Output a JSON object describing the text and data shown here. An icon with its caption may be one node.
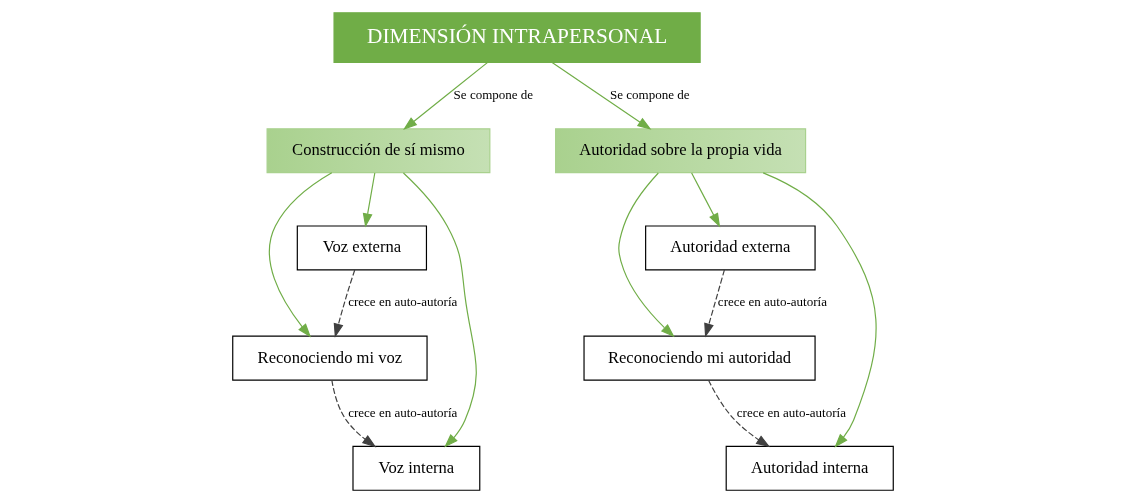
{
  "diagram": {
    "nodes": [
      {
        "text": [
          "DIMENSIÓN INTRAPERSONAL"
        ]
      },
      {
        "text": [
          "Construcción de sí mismo"
        ]
      },
      {
        "text": [
          "Autoridad sobre la propia vida"
        ]
      },
      {
        "text": [
          "Voz externa"
        ]
      },
      {
        "text": [
          "Voz interna"
        ]
      },
      {
        "text": [
          "Autoridad externa"
        ]
      },
      {
        "text": [
          "Autoridad interna"
        ]
      },
      {
        "text": [
          "Reconociendo mi voz"
        ]
      },
      {
        "text": [
          "Reconociendo mi autoridad"
        ]
      }
    ],
    "edges": [
      {
        "from": 0,
        "to": 1,
        "arrow": "to",
        "label": "Se compone de"
      },
      {
        "from": 0,
        "to": 2,
        "arrow": "to",
        "label": "Se compone de"
      },
      {
        "from": 1,
        "to": 3,
        "arrow": "to"
      },
      {
        "from": 1,
        "to": 4,
        "arrow": "to"
      },
      {
        "from": 1,
        "to": 7,
        "arrow": "to"
      },
      {
        "from": 2,
        "to": 5,
        "arrow": "to"
      },
      {
        "from": 2,
        "to": 6,
        "arrow": "to"
      },
      {
        "from": 2,
        "to": 8,
        "arrow": "to"
      },
      {
        "from": 3,
        "to": 7,
        "arrow": "to",
        "label": "crece en auto-autoría",
        "style": "dashed",
        "color": "#404040"
      },
      {
        "from": 7,
        "to": 4,
        "arrow": "to",
        "label": "crece en auto-autoría",
        "style": "dashed",
        "color": "#404040"
      },
      {
        "from": 5,
        "to": 8,
        "arrow": "to",
        "label": "crece en auto-autoría",
        "style": "dashed",
        "color": "#404040"
      },
      {
        "from": 8,
        "to": 6,
        "arrow": "to",
        "label": "crece en auto-autoría",
        "style": "dashed",
        "color": "#404040"
      }
    ]
  }
}
